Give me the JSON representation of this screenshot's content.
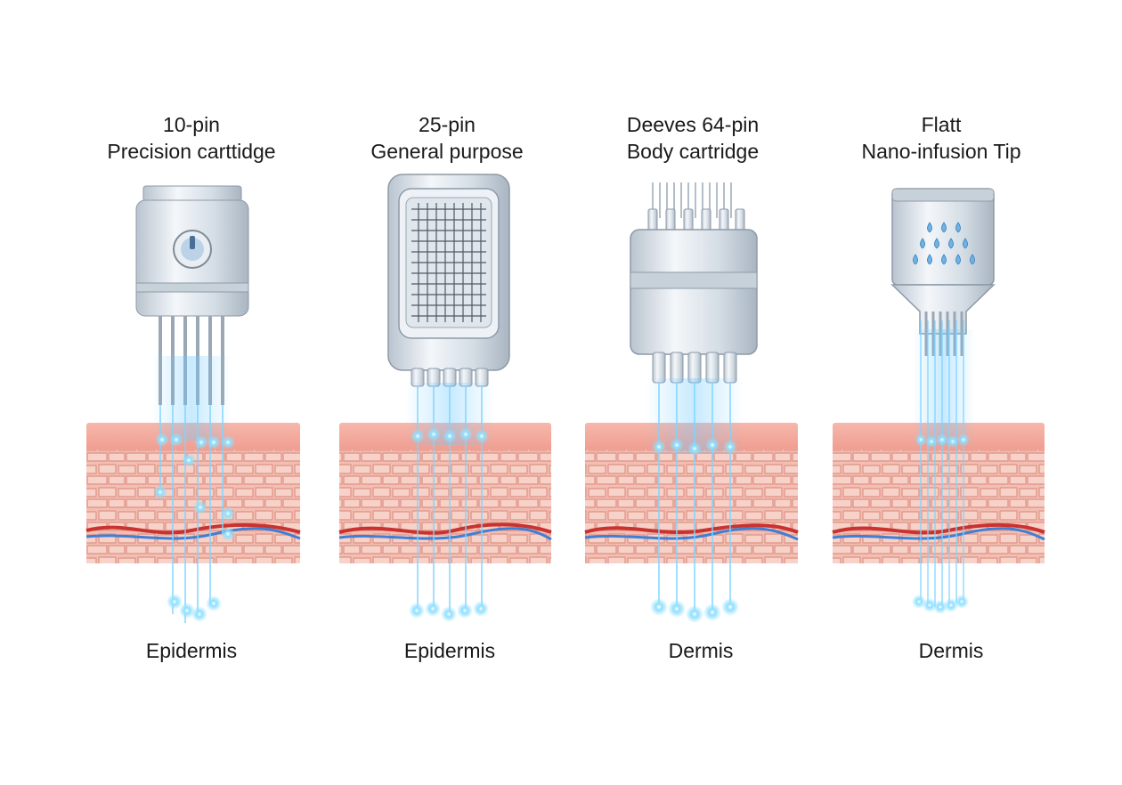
{
  "panels": [
    {
      "title_line1": "10-pin",
      "title_line2": "Precision carttidge",
      "depth": "Epidermis"
    },
    {
      "title_line1": "25-pin",
      "title_line2": "General purpose",
      "depth": "Epidermis"
    },
    {
      "title_line1": "Deeves 64-pin",
      "title_line2": "Body cartridge",
      "depth": "Dermis"
    },
    {
      "title_line1": "Flatt",
      "title_line2": "Nano-infusion Tip",
      "depth": "Dermis"
    }
  ],
  "colors": {
    "skin_top": "#f4a79b",
    "skin_cells": "#f6c1b5",
    "skin_cell_border": "#e08b7f",
    "artery": "#c9322e",
    "vein": "#3f7fd6",
    "light": "#7fd4ff",
    "metal": "#d9e1e8"
  }
}
